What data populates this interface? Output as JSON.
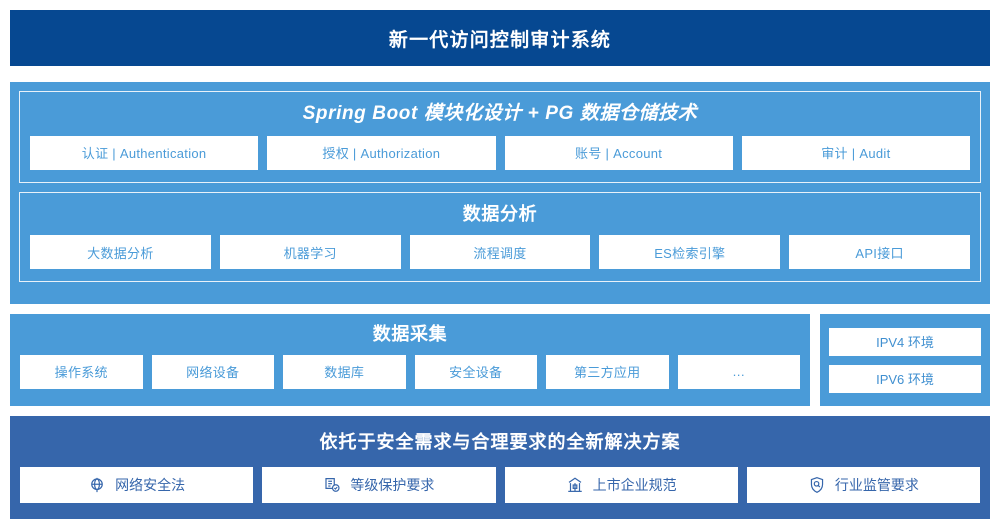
{
  "header": {
    "title": "新一代访问控制审计系统"
  },
  "accent_colors": {
    "navy": "#064891",
    "light_blue": "#4a9bd8",
    "mid_blue": "#3666ab",
    "white": "#ffffff"
  },
  "sections": {
    "platform": {
      "title": "Spring Boot 模块化设计 + PG 数据仓储技术",
      "items": [
        {
          "label": "认证 | Authentication"
        },
        {
          "label": "授权 | Authorization"
        },
        {
          "label": "账号 | Account"
        },
        {
          "label": "审计 | Audit"
        }
      ]
    },
    "analysis": {
      "title": "数据分析",
      "items": [
        {
          "label": "大数据分析"
        },
        {
          "label": "机器学习"
        },
        {
          "label": "流程调度"
        },
        {
          "label": "ES检索引擎"
        },
        {
          "label": "API接口"
        }
      ]
    },
    "collection": {
      "title": "数据采集",
      "items": [
        {
          "label": "操作系统"
        },
        {
          "label": "网络设备"
        },
        {
          "label": "数据库"
        },
        {
          "label": "安全设备"
        },
        {
          "label": "第三方应用"
        },
        {
          "label": "…"
        }
      ]
    },
    "environment": {
      "items": [
        {
          "label": "IPV4 环境"
        },
        {
          "label": "IPV6 环境"
        }
      ]
    },
    "compliance": {
      "title": "依托于安全需求与合理要求的全新解决方案",
      "items": [
        {
          "label": "网络安全法",
          "icon": "globe-icon"
        },
        {
          "label": "等级保护要求",
          "icon": "document-check-icon"
        },
        {
          "label": "上市企业规范",
          "icon": "bank-building-icon"
        },
        {
          "label": "行业监管要求",
          "icon": "shield-search-icon"
        }
      ]
    }
  }
}
